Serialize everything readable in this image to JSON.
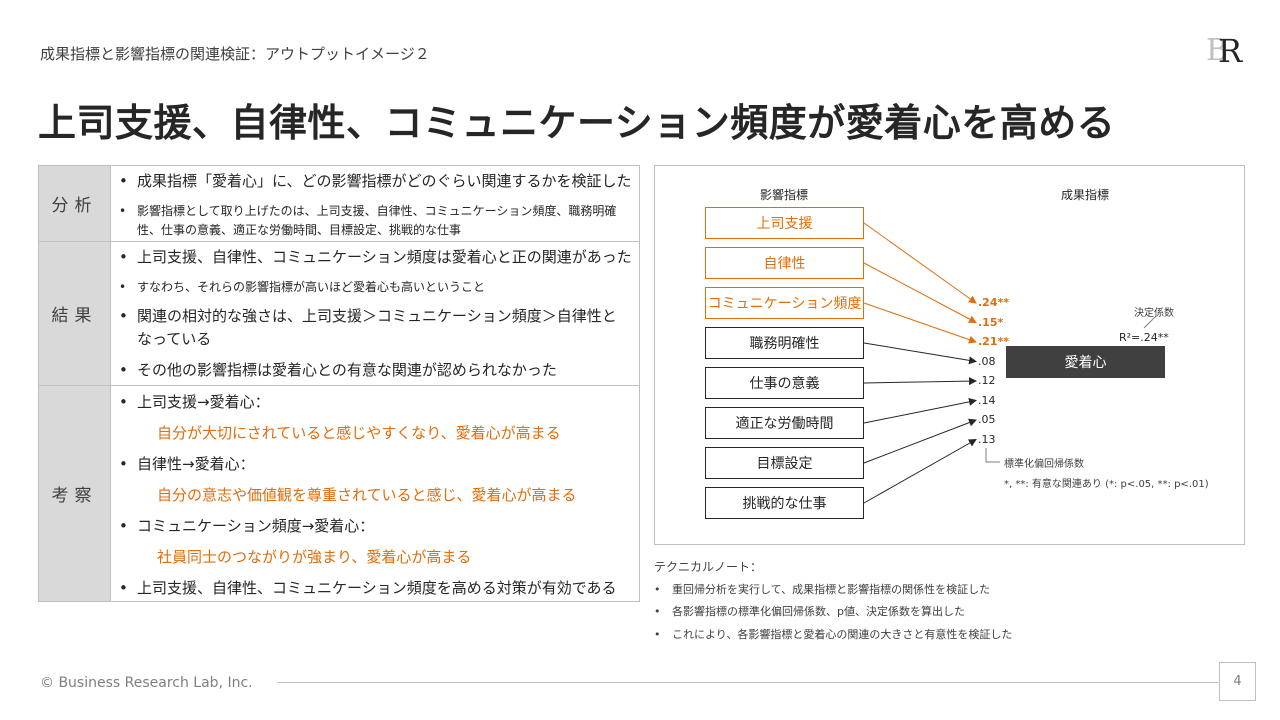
{
  "header": {
    "subtitle": "成果指標と影響指標の関連検証：アウトプットイメージ２",
    "title": "上司支援、自律性、コミュニケーション頻度が愛着心を高める",
    "logo_text": "BR"
  },
  "table": {
    "analysis": {
      "label": "分析",
      "bullets": [
        "成果指標「愛着心」に、どの影響指標がどのぐらい関連するかを検証した",
        "影響指標として取り上げたのは、上司支援、自律性、コミュニケーション頻度、職務明確",
        "性、仕事の意義、適正な労働時間、目標設定、挑戦的な仕事"
      ]
    },
    "result": {
      "label": "結果",
      "bullets": [
        "上司支援、自律性、コミュニケーション頻度は愛着心と正の関連があった",
        "すなわち、それらの影響指標が高いほど愛着心も高いということ",
        "関連の相対的な強さは、上司支援＞コミュニケーション頻度＞自律性と",
        "なっている",
        "その他の影響指標は愛着心との有意な関連が認められなかった"
      ]
    },
    "discussion": {
      "label": "考察",
      "items": [
        "上司支援→愛着心：",
        "自分が大切にされていると感じやすくなり、愛着心が高まる",
        "自律性→愛着心：",
        "自分の意志や価値観を尊重されていると感じ、愛着心が高まる",
        "コミュニケーション頻度→愛着心：",
        "社員同士のつながりが強まり、愛着心が高まる",
        "上司支援、自律性、コミュニケーション頻度を高める対策が有効である"
      ]
    }
  },
  "diagram": {
    "predictor_header": "影響指標",
    "outcome_header": "成果指標",
    "predictors": [
      {
        "label": "上司支援",
        "coef": ".24**",
        "significant": true
      },
      {
        "label": "自律性",
        "coef": ".15*",
        "significant": true
      },
      {
        "label": "コミュニケーション頻度",
        "coef": ".21**",
        "significant": true
      },
      {
        "label": "職務明確性",
        "coef": ".08",
        "significant": false
      },
      {
        "label": "仕事の意義",
        "coef": ".12",
        "significant": false
      },
      {
        "label": "適正な労働時間",
        "coef": ".14",
        "significant": false
      },
      {
        "label": "目標設定",
        "coef": ".05",
        "significant": false
      },
      {
        "label": "挑戦的な仕事",
        "coef": ".13",
        "significant": false
      }
    ],
    "outcome": "愛着心",
    "r2_label": "決定係数",
    "r2_value": "R²=.24**",
    "coef_label": "標準化偏回帰係数",
    "significance_note": "*, **: 有意な関連あり (*: p<.05, **: p<.01)",
    "colors": {
      "highlight": "#e46c0a",
      "normal": "#262626",
      "outcome_fill": "#404040"
    }
  },
  "technical_note": {
    "title": "テクニカルノート：",
    "items": [
      "重回帰分析を実行して、成果指標と影響指標の関係性を検証した",
      "各影響指標の標準化偏回帰係数、p値、決定係数を算出した",
      "これにより、各影響指標と愛着心の関連の大きさと有意性を検証した"
    ]
  },
  "footer": {
    "copyright": "© Business Research Lab, Inc.",
    "page_number": "4"
  }
}
